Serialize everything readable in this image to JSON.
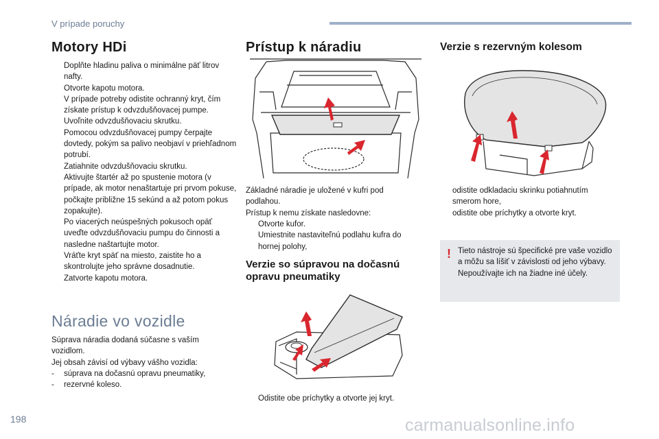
{
  "header": {
    "section": "V prípade poruchy",
    "accent_color": "#9fb0c8"
  },
  "col1": {
    "title": "Motory HDi",
    "steps": [
      "Doplňte hladinu paliva o minimálne päť litrov nafty.",
      "Otvorte kapotu motora.",
      "V prípade potreby odistite ochranný kryt, čím získate prístup k odvzdušňovacej pumpe.",
      "Uvoľnite odvzdušňovaciu skrutku.",
      "Pomocou odvzdušňovacej pumpy čerpajte dovtedy, pokým sa palivo neobjaví v priehľadnom potrubí.",
      "Zatiahnite odvzdušňovaciu skrutku.",
      "Aktivujte štartér až po spustenie motora (v prípade, ak motor nenaštartuje pri prvom pokuse, počkajte približne 15 sekúnd a až potom pokus zopakujte).",
      "Po viacerých neúspešných pokusoch opäť uveďte odvzdušňovaciu pumpu do činnosti a nasledne naštartujte motor.",
      "Vráťte kryt späť na miesto, zaistite ho a skontrolujte jeho správne dosadnutie.",
      "Zatvorte kapotu motora."
    ],
    "tools_title": "Náradie vo vozidle",
    "tools_para1": "Súprava náradia dodaná súčasne s vaším vozidlom.",
    "tools_para2": "Jej obsah závisí od výbavy vášho vozidla:",
    "tools_items": [
      "súprava na dočasnú opravu pneumatiky,",
      "rezervné koleso."
    ]
  },
  "col2": {
    "title": "Prístup k náradiu",
    "para1": "Základné náradie je uložené v kufri pod podlahou.",
    "para2": "Prístup k nemu získate nasledovne:",
    "steps": [
      "Otvorte kufor.",
      "Umiestnite nastaviteľnú podlahu kufra do hornej polohy,"
    ],
    "kit_title": "Verzie so súpravou na dočasnú opravu pneumatiky",
    "kit_step": "Odistite obe príchytky a otvorte jej kryt."
  },
  "col3": {
    "title": "Verzie s rezervným kolesom",
    "steps": [
      "odistite odkladaciu skrinku potiahnutím smerom hore,",
      "odistite obe príchytky a otvorte kryt."
    ],
    "warning_mark": "!",
    "warning_text": "Tieto nástroje sú špecifické pre vaše vozidlo a môžu sa líšiť v závislosti od jeho výbavy.",
    "warning_text2": "Nepoužívajte ich na žiadne iné účely.",
    "warning_color": "#d9262e"
  },
  "bullet_marker": "",
  "dash_marker": "-",
  "page_number": "198",
  "watermark": "carmanualsonline.info"
}
